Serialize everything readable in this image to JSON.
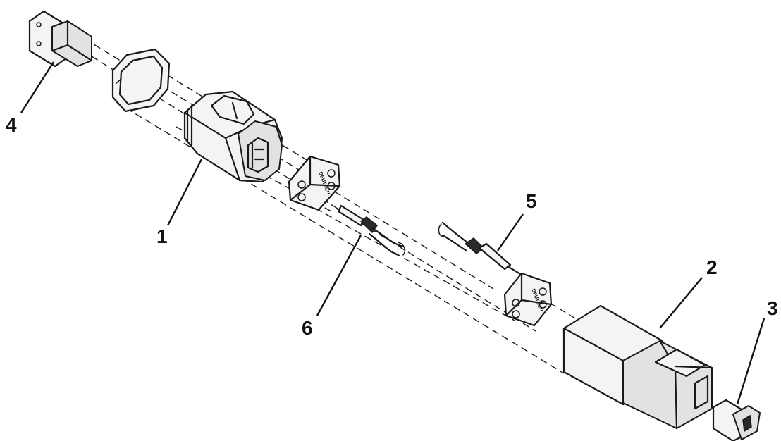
{
  "callouts": {
    "c1": "1",
    "c2": "2",
    "c3": "3",
    "c4": "4",
    "c5": "5",
    "c6": "6"
  },
  "grommet_text": {
    "left": "DEUTSCH",
    "right": "DEUTSCH"
  }
}
